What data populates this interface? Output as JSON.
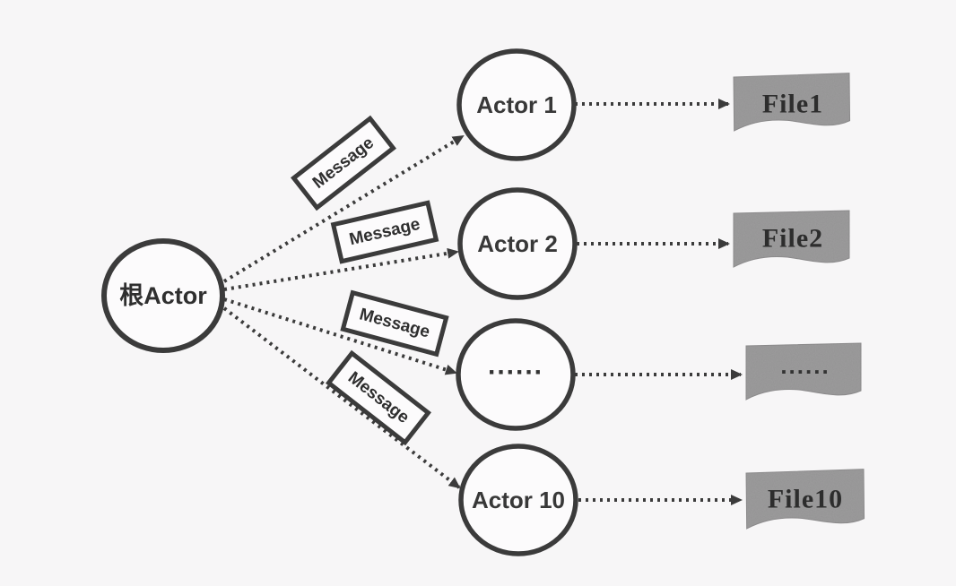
{
  "colors": {
    "background": "#f7f6f7",
    "line": "#3b3b3b",
    "node_fill": "#fcfbfc",
    "file_fill": "#9d9c9d",
    "text_dark": "#2f2f2f"
  },
  "root": {
    "label": "根Actor"
  },
  "actors": [
    {
      "label": "Actor 1"
    },
    {
      "label": "Actor 2"
    },
    {
      "label": "......"
    },
    {
      "label": "Actor 10"
    }
  ],
  "files": [
    {
      "label": "File1"
    },
    {
      "label": "File2"
    },
    {
      "label": "......"
    },
    {
      "label": "File10"
    }
  ],
  "messages": [
    {
      "label": "Message"
    },
    {
      "label": "Message"
    },
    {
      "label": "Message"
    },
    {
      "label": "Message"
    }
  ]
}
